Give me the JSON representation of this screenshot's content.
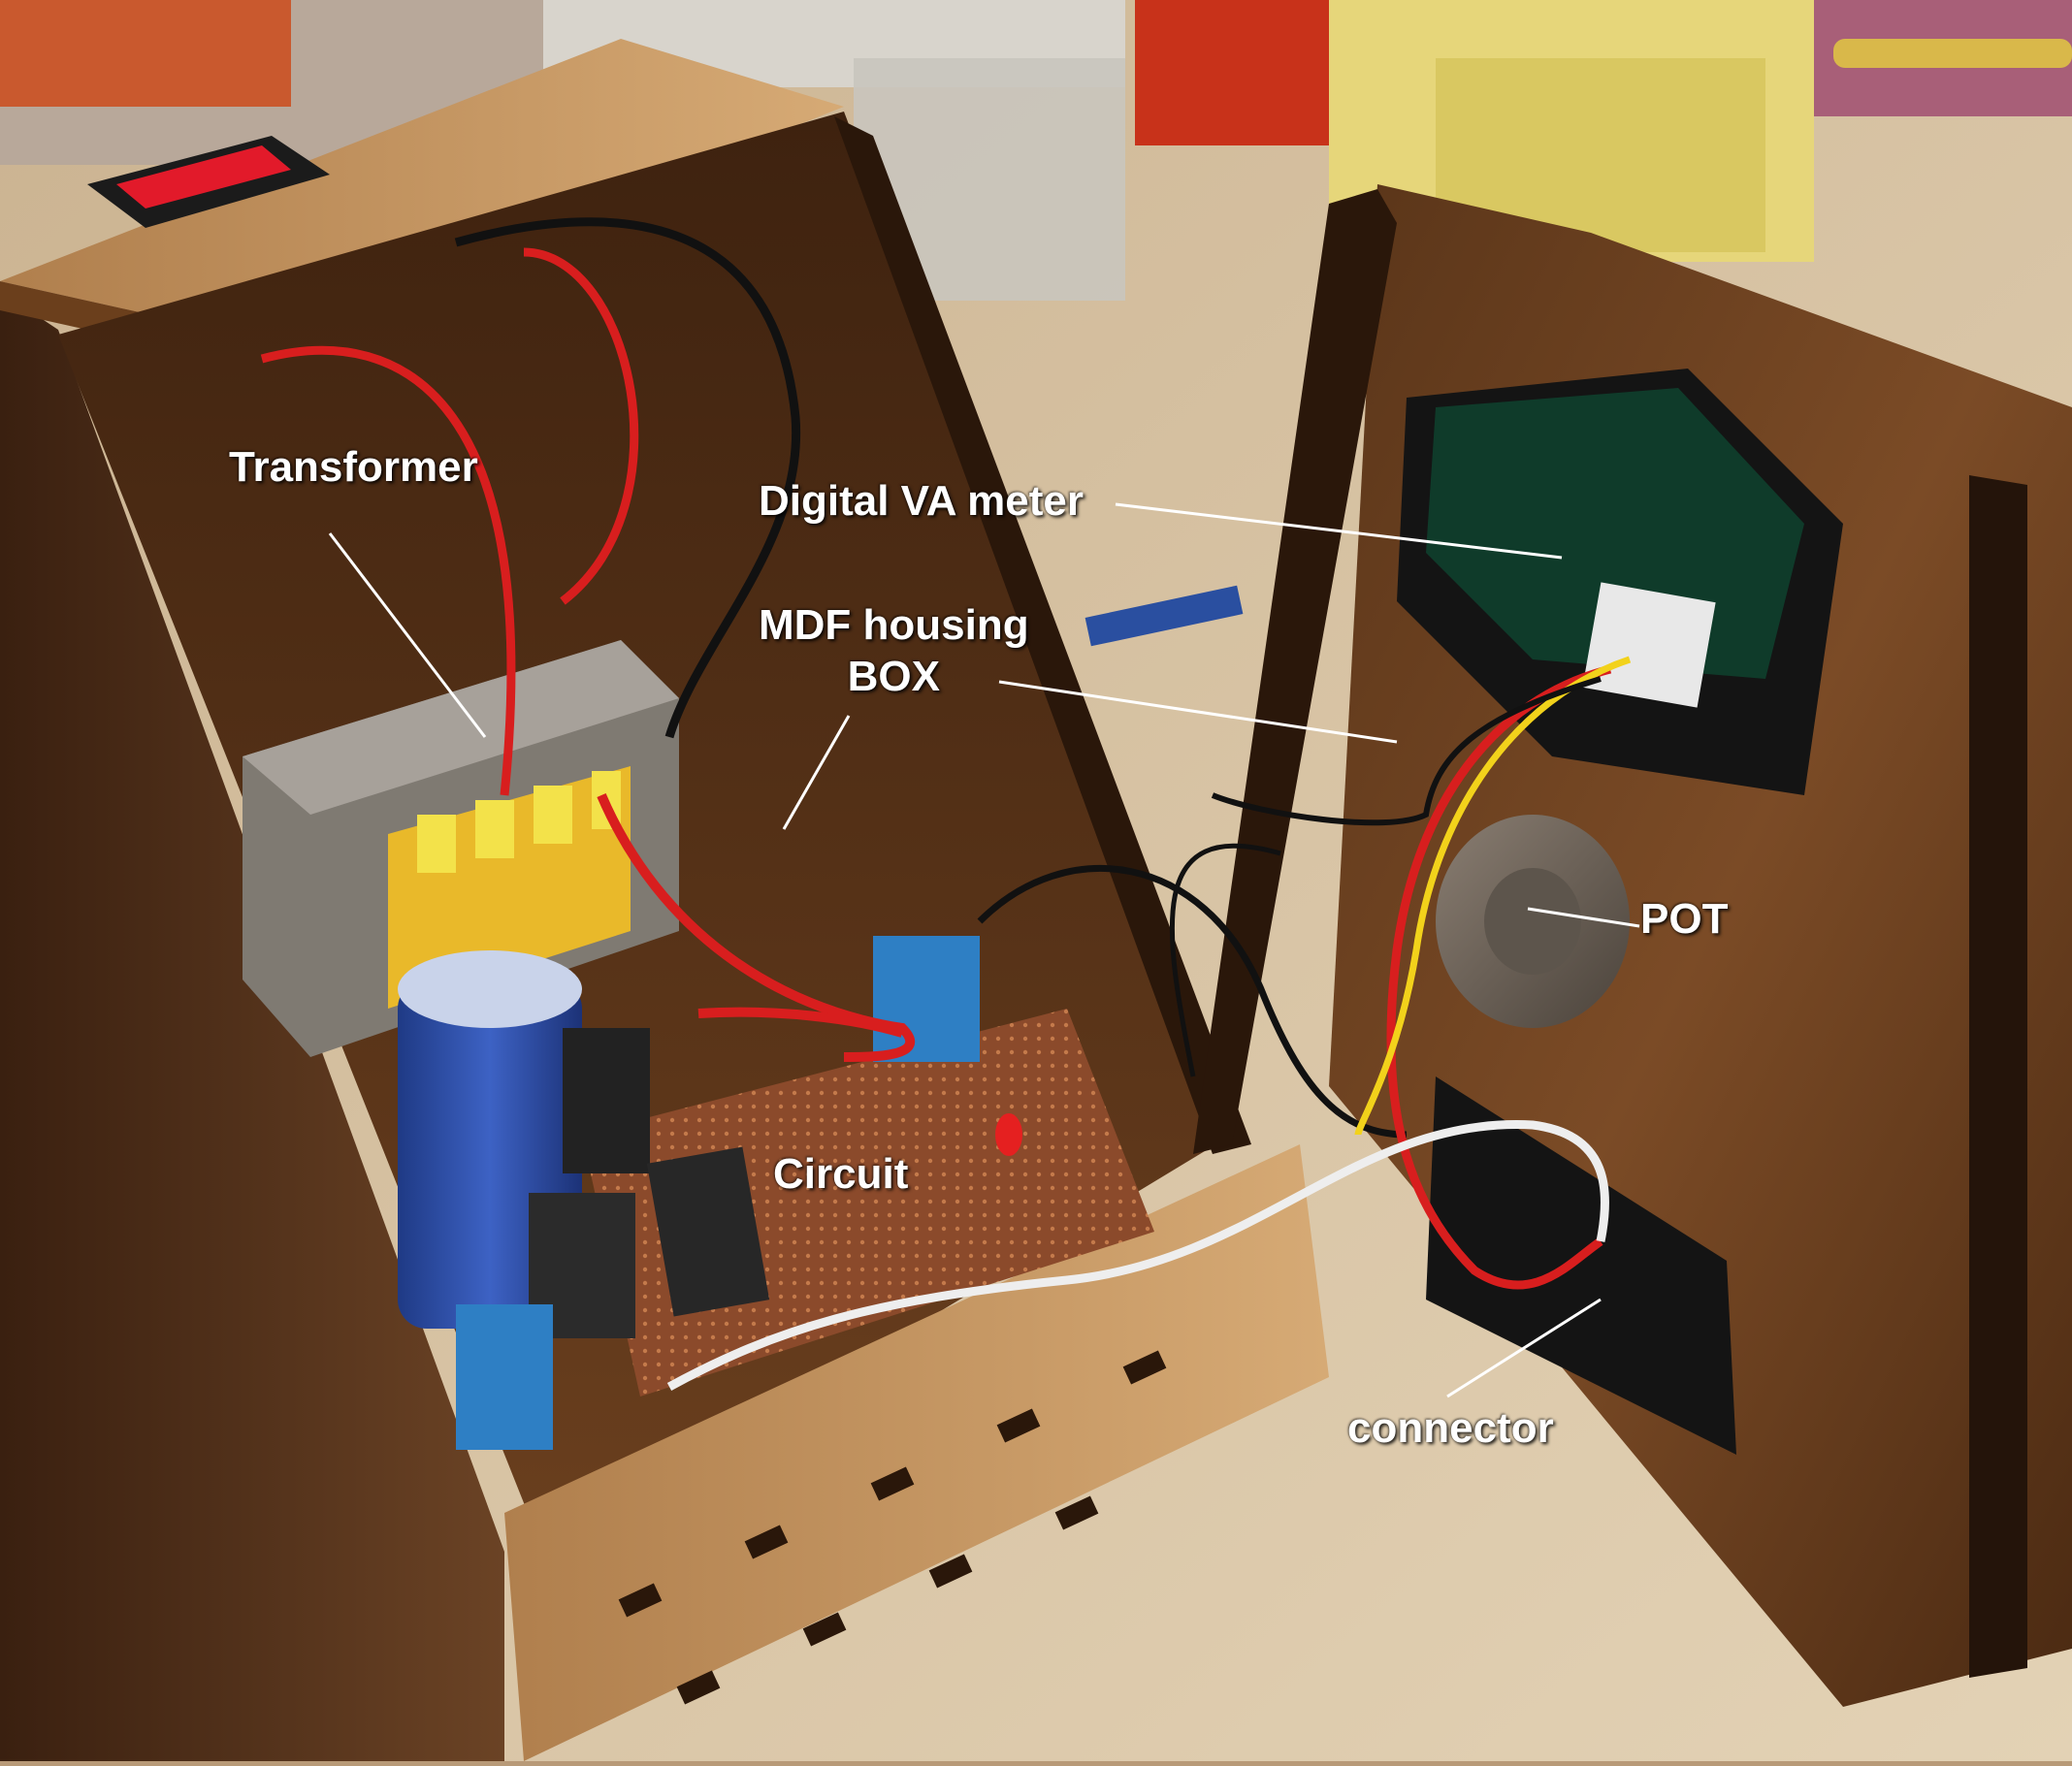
{
  "labels": {
    "transformer": "Transformer",
    "digital_va_meter": "Digital VA meter",
    "mdf_line1": "MDF housing",
    "mdf_line2": "BOX",
    "pot": "POT",
    "circuit": "Circuit",
    "connector": "connector"
  },
  "colors": {
    "wood_dark": "#4a2c17",
    "wood_mid": "#7a4e2d",
    "wood_light": "#c9a073",
    "table": "#d9c2a0",
    "wire_red": "#d81e1e",
    "wire_yellow": "#f2d21b",
    "wire_black": "#111111",
    "wire_white": "#eeeeee",
    "capacitor_blue": "#2f4fa8",
    "terminal_blue": "#2e7fc4",
    "switch_red": "#e21a2a",
    "pcb_brown": "#8b4a2b"
  }
}
